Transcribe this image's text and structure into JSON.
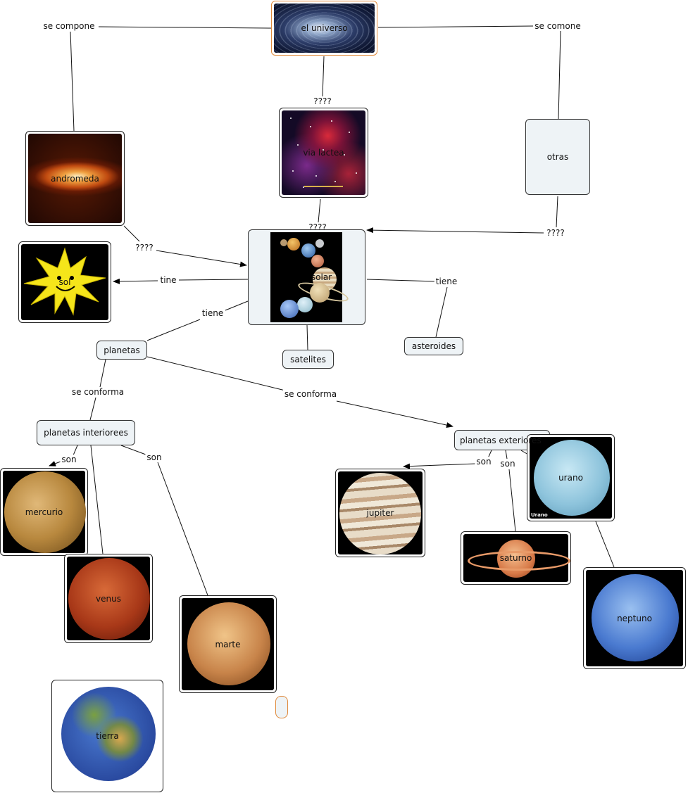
{
  "nodes": {
    "universo": "el universo",
    "lactea": "via lactea",
    "otras": "otras",
    "andromeda": "andromeda",
    "sol": "sol",
    "solar": "solar",
    "planetas": "planetas",
    "satelites": "satelites",
    "asteroides": "asteroides",
    "interiores": "planetas interiorees",
    "exteriores": "planetas exteriores",
    "mercurio": "mercurio",
    "venus": "venus",
    "marte": "marte",
    "tierra": "tierra",
    "jupiter": "jupiter",
    "saturno": "saturno",
    "urano": "urano",
    "neptuno": "neptuno",
    "urano_caption": "Urano"
  },
  "links": {
    "se_compone": "se compone",
    "se_comone": "se comone",
    "q_universo": "????",
    "q_lactea": "????",
    "q_andromeda": "????",
    "q_otras": "????",
    "tine": "tine",
    "tiene_planetas": "tiene",
    "tiene_asteroides": "tiene",
    "se_conforma_int": "se conforma",
    "se_conforma_ext": "se conforma",
    "son_mercurio": "son",
    "son_marte": "son",
    "son_jupiter": "son",
    "son_saturno": "son"
  },
  "colors": {
    "line": "#111111",
    "node_fill": "#eef3f6",
    "selected_border": "#e08a3c",
    "sun": "#f5e51a"
  }
}
